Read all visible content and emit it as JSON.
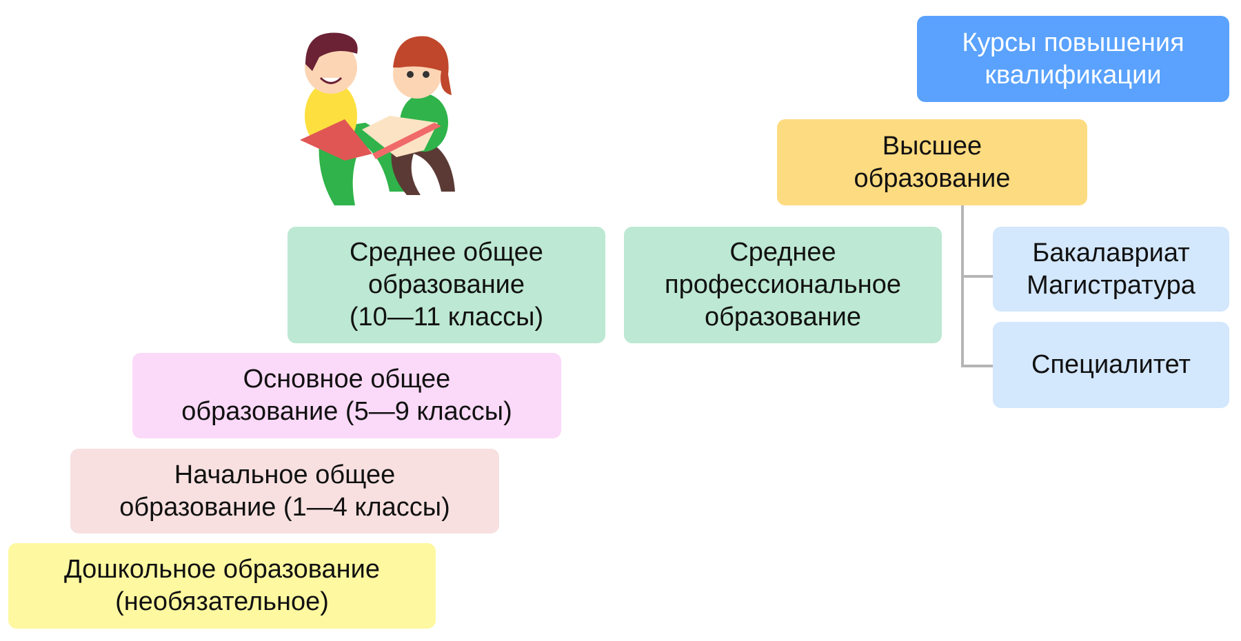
{
  "boxes": {
    "courses": {
      "label": "Курсы повышения\nквалификации",
      "color": "#5aa2fd"
    },
    "higher": {
      "label": "Высшее\nобразование",
      "color": "#fddb80"
    },
    "bachelor": {
      "label": "Бакалавриат\nМагистратура",
      "color": "#d3e7fd"
    },
    "specialist": {
      "label": "Специалитет",
      "color": "#d3e7fd"
    },
    "vocational": {
      "label": "Среднее\nпрофессиональное\nобразование",
      "color": "#bde8d3"
    },
    "secondary": {
      "label": "Среднее общее\nобразование\n(10—11 классы)",
      "color": "#bde8d3"
    },
    "basic": {
      "label": "Основное общее\nобразование (5—9 классы)",
      "color": "#fbd9f8"
    },
    "primary": {
      "label": "Начальное общее\nобразование (1—4 классы)",
      "color": "#f8e0e0"
    },
    "preschool": {
      "label": "Дошкольное образование\n(необязательное)",
      "color": "#fef8a0"
    }
  }
}
